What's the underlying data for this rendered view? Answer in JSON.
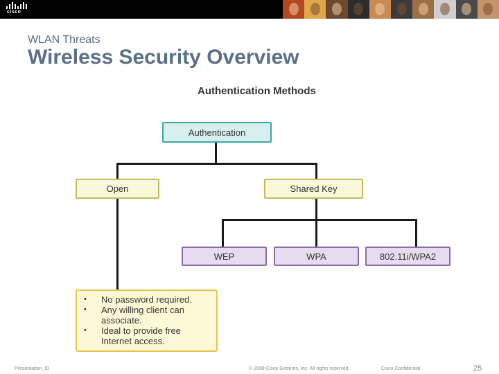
{
  "header": {
    "logo_text": "cisco",
    "photo_strip": {
      "colors": [
        "#b4471f",
        "#e0a64a",
        "#6b4a2e",
        "#2c2c2c",
        "#c98b52",
        "#3b3b3b",
        "#9a7048",
        "#d0cfd0",
        "#4a4a4a",
        "#c59468"
      ]
    }
  },
  "slide": {
    "subtitle": "WLAN Threats",
    "title": "Wireless Security Overview"
  },
  "diagram": {
    "title": "Authentication Methods",
    "root": "Authentication",
    "level1": [
      "Open",
      "Shared Key"
    ],
    "level2": [
      "WEP",
      "WPA",
      "802.11i/WPA2"
    ],
    "notes": [
      "No password required.",
      "Any willing client can associate.",
      "Ideal to provide free Internet access."
    ]
  },
  "footer": {
    "presentation_id": "Presentation_ID",
    "copyright": "© 2008 Cisco Systems, Inc. All rights reserved.",
    "confidential": "Cisco Confidential",
    "page_number": "25"
  },
  "colors": {
    "title": "#5a6f8a",
    "auth_fill": "#d9eeee",
    "auth_border": "#3ba7a7",
    "level1_fill": "#f9f8db",
    "level1_border": "#c2bc5c",
    "level2_fill": "#e7dcef",
    "level2_border": "#8d6ba8",
    "notes_fill": "#fdf9d6",
    "notes_border": "#e7c64a"
  }
}
